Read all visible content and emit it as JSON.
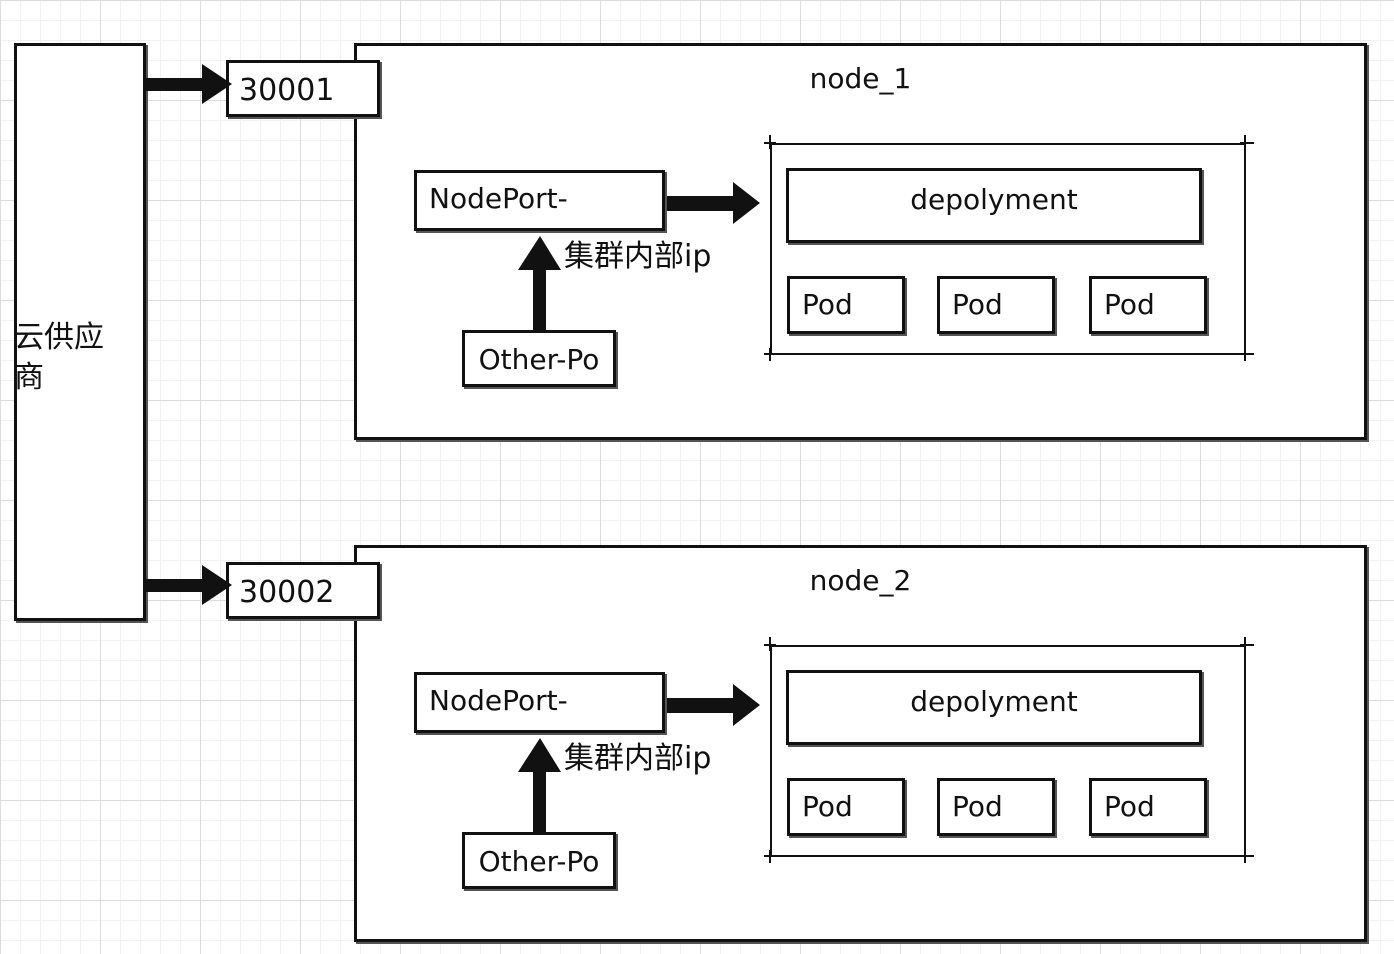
{
  "cloud_provider": {
    "label": "云供应商"
  },
  "nodes": [
    {
      "title": "node_1",
      "port": "30001",
      "service": "NodePort-",
      "client": "Other-Po",
      "edge_label": "集群内部ip",
      "deployment": "depolyment",
      "pods": [
        "Pod",
        "Pod",
        "Pod"
      ]
    },
    {
      "title": "node_2",
      "port": "30002",
      "service": "NodePort-",
      "client": "Other-Po",
      "edge_label": "集群内部ip",
      "deployment": "depolyment",
      "pods": [
        "Pod",
        "Pod",
        "Pod"
      ]
    }
  ]
}
